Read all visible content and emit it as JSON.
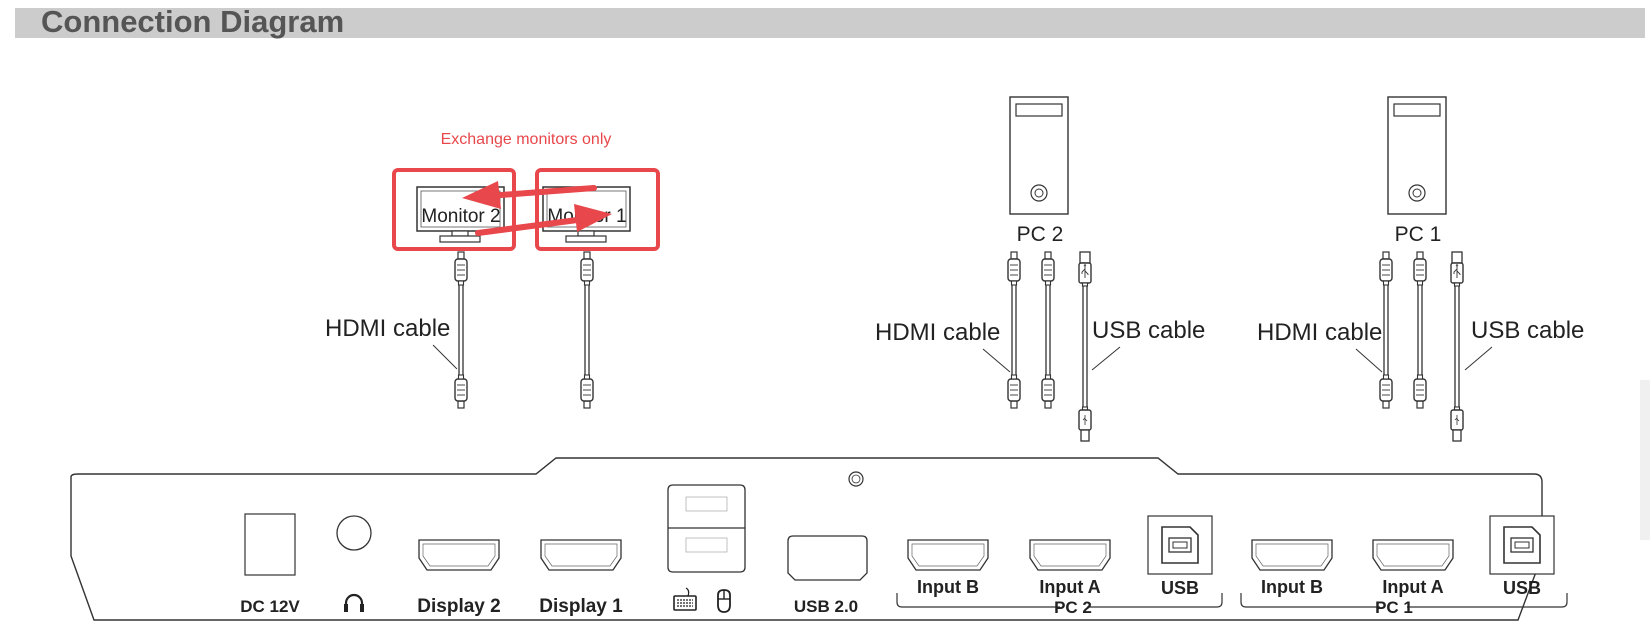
{
  "title": "Connection Diagram",
  "annotation": "Exchange monitors only",
  "monitors": [
    {
      "label": "Monitor 2"
    },
    {
      "label": "Monitor 1"
    }
  ],
  "computers": [
    {
      "label": "PC 2"
    },
    {
      "label": "PC 1"
    }
  ],
  "cable_labels": {
    "hdmi": "HDMI cable",
    "usb": "USB cable"
  },
  "ports": {
    "dc": "DC 12V",
    "display2": "Display 2",
    "display1": "Display 1",
    "usb20": "USB 2.0",
    "input_b": "Input B",
    "input_a": "Input A",
    "usb": "USB",
    "group_pc2": "PC 2",
    "group_pc1": "PC 1"
  },
  "icons": [
    "headphone-icon",
    "keyboard-icon",
    "mouse-icon",
    "usb-symbol-icon"
  ],
  "colors": {
    "highlight": "#e8474b",
    "line": "#333333",
    "title_bar": "#cccccc",
    "title_text": "#555555"
  }
}
